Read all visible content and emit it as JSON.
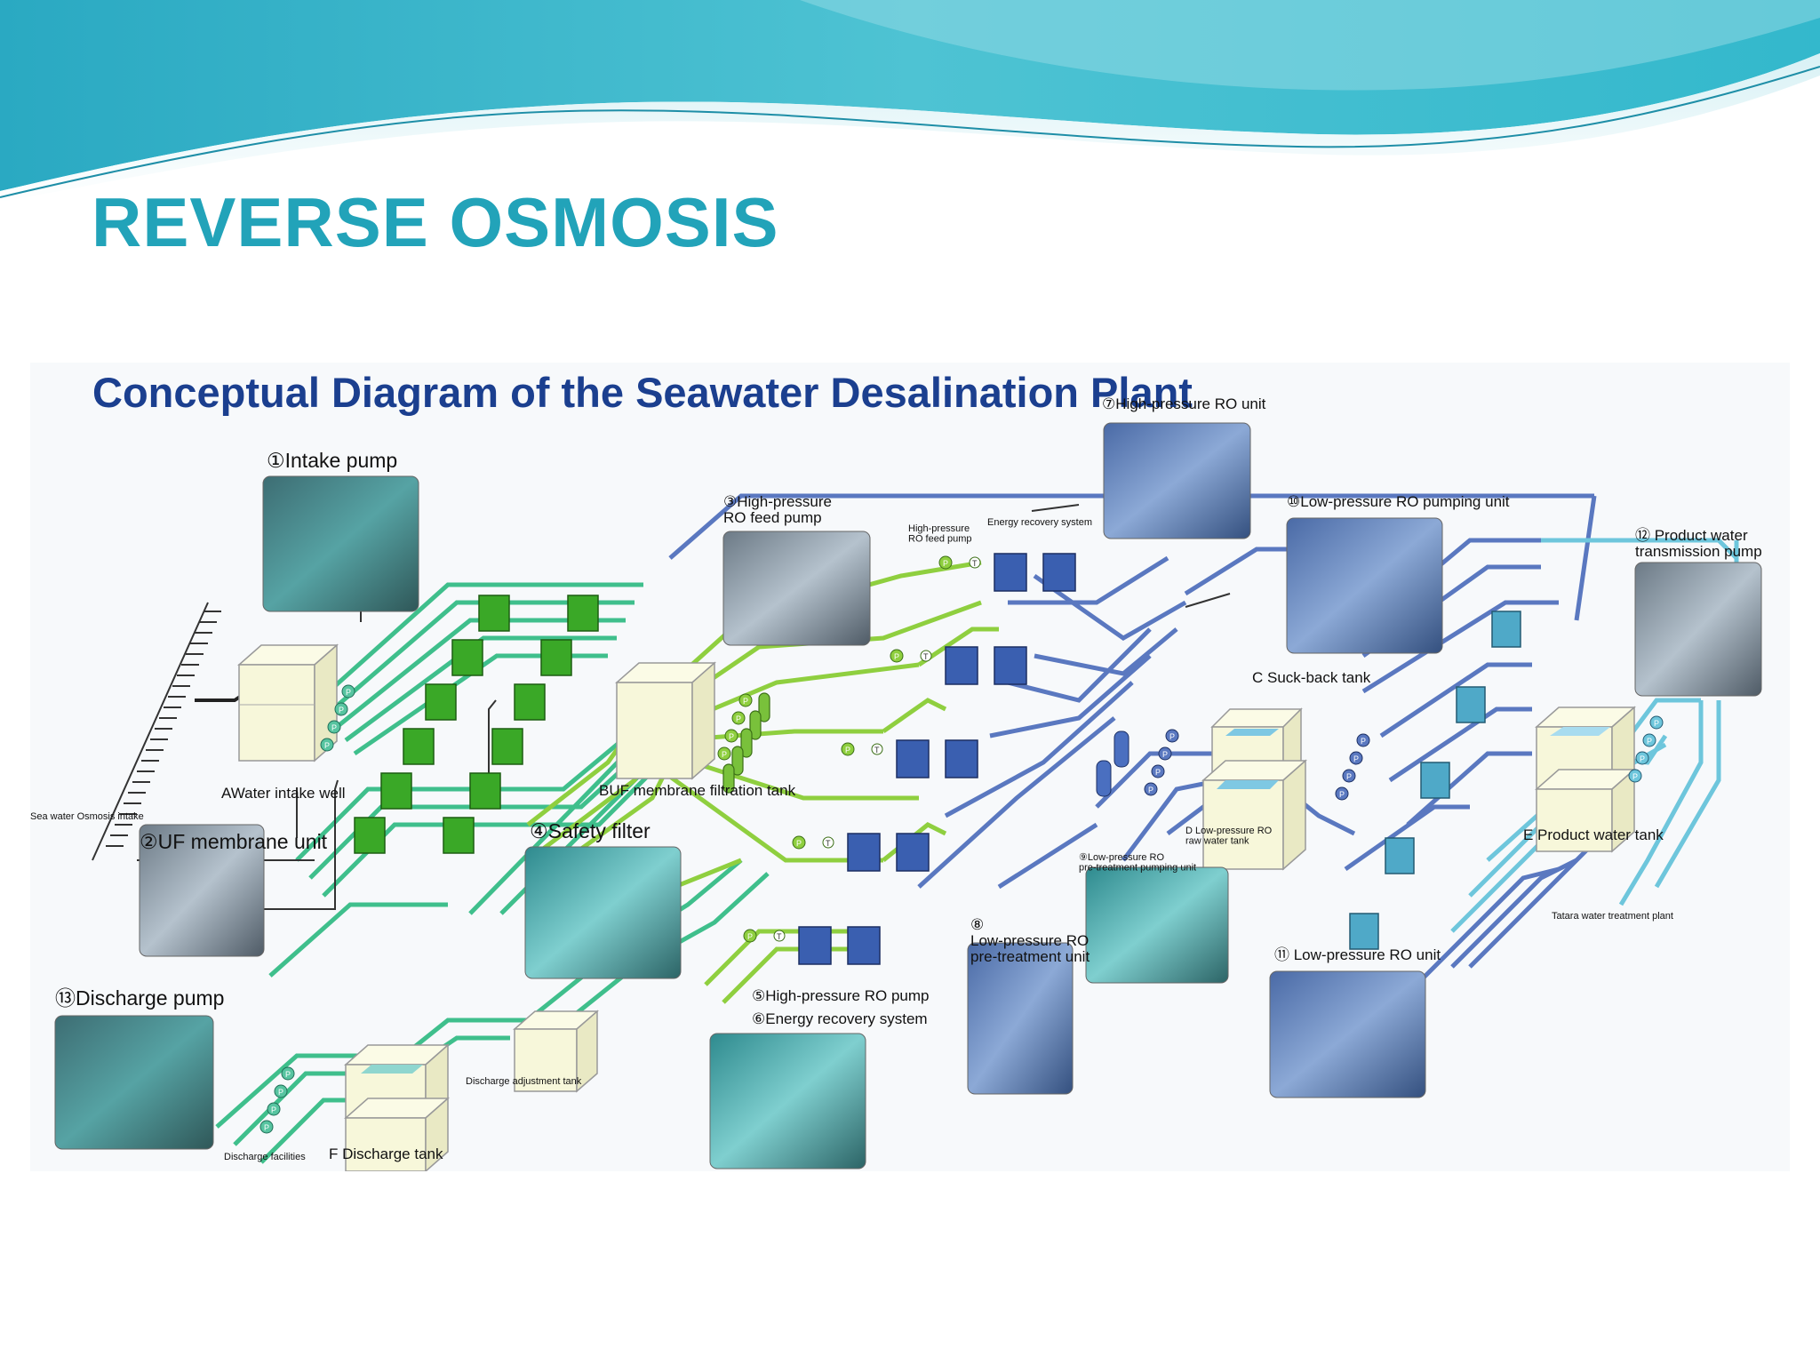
{
  "slide": {
    "title": "REVERSE OSMOSIS",
    "colors": {
      "title": "#22a3b9",
      "diagram_title": "#1b3f8f",
      "wave_dark": "#2fb4c8",
      "wave_light": "#bfe7ef"
    }
  },
  "diagram": {
    "title": "Conceptual Diagram of the Seawater Desalination Plant",
    "colors": {
      "green_line": "#3fbf8c",
      "lime_line": "#8fcf3f",
      "blue_line": "#5a78c0",
      "light_blue_line": "#6ec6dc",
      "uf_unit": "#3aa827",
      "ro_unit": "#3a5fb0",
      "lp_ro_unit": "#4fa9c8"
    },
    "labels": {
      "intake_pump": "①Intake pump",
      "hp_ro_feed_pump": "③High-pressure\nRO feed pump",
      "hp_ro_feed_pump_small": "High-pressure\nRO feed pump",
      "energy_recovery_system": "Energy recovery system",
      "hp_ro_unit": "⑦High-pressure RO unit",
      "lp_ro_pumping_unit": "⑩Low-pressure RO pumping unit",
      "product_water_pump": "⑫ Product water\ntransmission pump",
      "suck_back_tank": "C  Suck-back tank",
      "water_intake_well": "AWater intake well",
      "uf_filtration_tank": "BUF membrane filtration tank",
      "seawater_intake": "Sea water Osmosis intake",
      "uf_membrane_unit": "②UF membrane unit",
      "safety_filter": "④Safety filter",
      "lp_ro_raw_water_tank": "D Low-pressure RO\nraw water tank",
      "lp_ro_pretreatment_pumping": "⑨Low-pressure RO\npre-treatment pumping unit",
      "lp_ro_pretreatment_unit": "⑧\nLow-pressure RO\npre-treatment unit",
      "product_water_tank": "E  Product water tank",
      "tatara_plant": "Tatara water treatment plant",
      "lp_ro_unit": "⑪ Low-pressure RO unit",
      "discharge_pump": "⑬Discharge pump",
      "hp_ro_pump": "⑤High-pressure RO pump",
      "energy_recovery_system_6": "⑥Energy recovery system",
      "discharge_adjustment_tank": "Discharge adjustment tank",
      "discharge_facilities": "Discharge facilities",
      "discharge_tank": "F  Discharge tank"
    },
    "pump_letter": "P",
    "turbine_letter": "T"
  }
}
